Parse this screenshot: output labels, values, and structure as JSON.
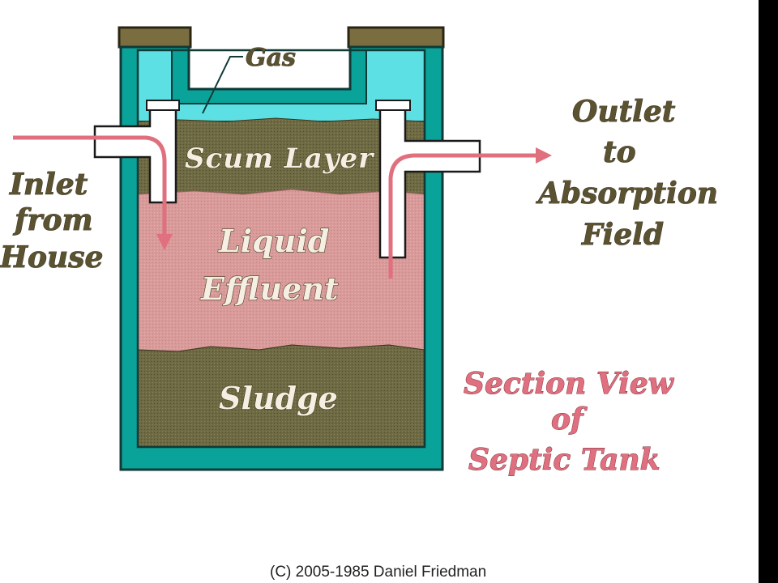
{
  "labels": {
    "gas": "Gas",
    "scum": "Scum Layer",
    "liquid_1": "Liquid",
    "liquid_2": "Effluent",
    "sludge": "Sludge",
    "inlet": [
      "Inlet",
      "from",
      "House"
    ],
    "outlet": [
      "Outlet",
      "to",
      "Absorption",
      "Field"
    ],
    "section": [
      "Section View",
      "of",
      "Septic Tank"
    ]
  },
  "credit": "(C) 2005-1985 Daniel Friedman",
  "colors": {
    "tank_wall": "#0aa39a",
    "tank_outline": "#0f3a36",
    "lid": "#7a6e40",
    "gas": "#5ce0e4",
    "scum": "#6e6a44",
    "liquid": "#d99a9a",
    "sludge": "#6c6a3c",
    "pipe": "#ffffff",
    "arrow": "#e0707e"
  }
}
